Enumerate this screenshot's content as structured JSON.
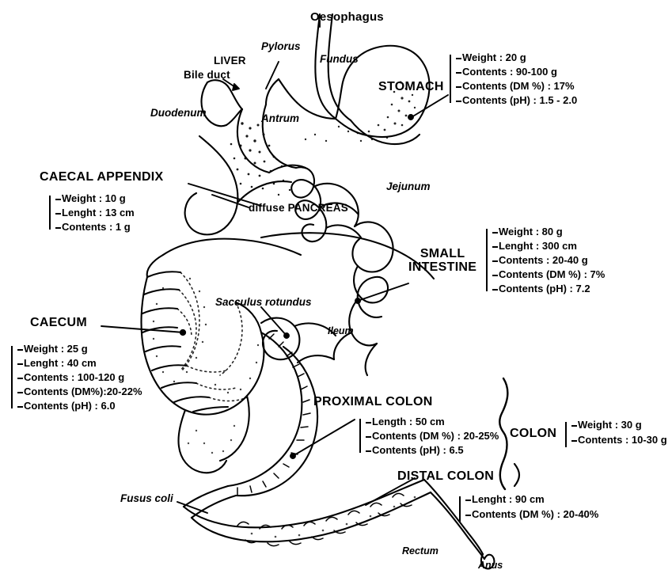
{
  "diagram": {
    "title": "Rabbit digestive tract anatomy",
    "ink_color": "#000000",
    "background": "#ffffff"
  },
  "anatomy_labels": {
    "oesophagus": "Oesophagus",
    "pylorus": "Pylorus",
    "fundus": "Fundus",
    "liver": "LIVER",
    "bile_duct": "Bile duct",
    "duodenum": "Duodenum",
    "antrum": "Antrum",
    "jejunum": "Jejunum",
    "pancreas": "diffuse PANCREAS",
    "sacculus_rotundus": "Sacculus rotundus",
    "ileum": "Ileum",
    "fusus_coli": "Fusus coli",
    "rectum": "Rectum",
    "anus": "Anus"
  },
  "sections": {
    "stomach": {
      "heading": "STOMACH",
      "rows": [
        "Weight : 20 g",
        "Contents : 90-100 g",
        "Contents (DM %) : 17%",
        "Contents (pH) : 1.5 - 2.0"
      ]
    },
    "caecal_appendix": {
      "heading": "CAECAL APPENDIX",
      "rows": [
        "Weight : 10 g",
        "Lenght : 13 cm",
        "Contents : 1 g"
      ]
    },
    "small_intestine": {
      "heading_line1": "SMALL",
      "heading_line2": "INTESTINE",
      "rows": [
        "Weight : 80 g",
        "Lenght : 300 cm",
        "Contents : 20-40 g",
        "Contents (DM %) : 7%",
        "Contents (pH) : 7.2"
      ]
    },
    "caecum": {
      "heading": "CAECUM",
      "rows": [
        "Weight : 25 g",
        "Lenght : 40 cm",
        "Contents : 100-120 g",
        "Contents (DM%):20-22%",
        "Contents (pH) : 6.0"
      ]
    },
    "proximal_colon": {
      "heading": "PROXIMAL COLON",
      "rows": [
        "Length : 50 cm",
        "Contents (DM %) : 20-25%",
        "Contents (pH) : 6.5"
      ]
    },
    "distal_colon": {
      "heading": "DISTAL COLON",
      "rows": [
        "Lenght : 90 cm",
        "Contents (DM %) : 20-40%"
      ]
    },
    "colon": {
      "heading": "COLON",
      "rows": [
        "Weight : 30 g",
        "Contents : 10-30 g"
      ]
    }
  }
}
